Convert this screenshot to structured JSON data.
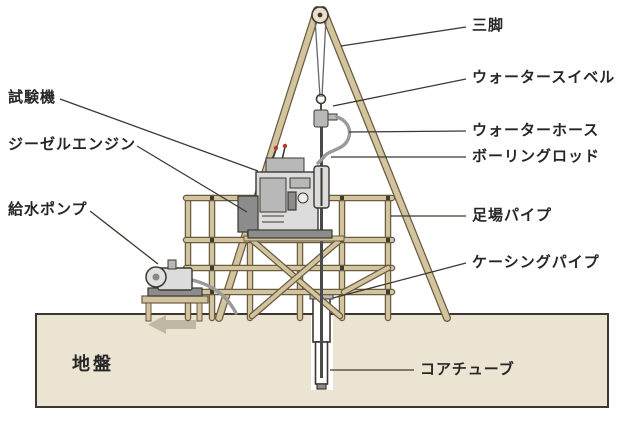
{
  "labels": {
    "tripod": "三脚",
    "water_swivel": "ウォータースイベル",
    "water_hose": "ウォーターホース",
    "boring_rod": "ボーリングロッド",
    "scaffold_pipe": "足場パイプ",
    "casing_pipe": "ケーシングパイプ",
    "core_tube": "コアチューブ",
    "test_machine": "試験機",
    "diesel_engine": "ジーゼルエンジン",
    "water_pump": "給水ポンプ",
    "ground": "地盤"
  },
  "colors": {
    "bg": "#ffffff",
    "label": "#262626",
    "ink": "#3c3830",
    "wood": "#d2c49c",
    "woodline": "#6a5b43",
    "groundfill": "#ece4d3",
    "metalL": "#dcdcdc",
    "metalM": "#b8b8b8",
    "metalD": "#8c8c8c",
    "hose": "#9a9a9a",
    "accent_red": "#b23b2e",
    "flow_gray": "#b8b09c"
  }
}
